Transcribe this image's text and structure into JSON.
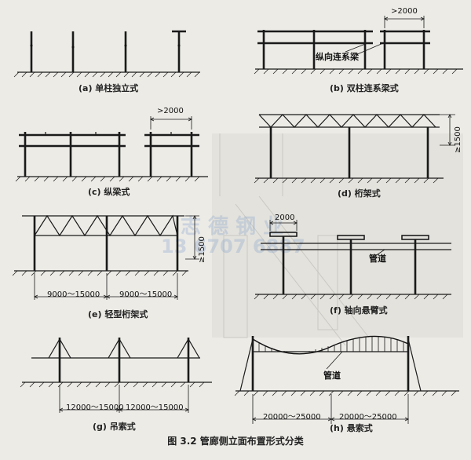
{
  "figure_caption": "图 3.2   管廊侧立面布置形式分类",
  "panels": {
    "a": {
      "caption": "(a) 单柱独立式"
    },
    "b": {
      "caption": "(b) 双柱连系梁式",
      "label_beam": "纵向连系梁",
      "dim_top": ">2000"
    },
    "c": {
      "caption": "(c) 纵梁式",
      "dim_top": ">2000"
    },
    "d": {
      "caption": "(d) 桁架式",
      "dim_side": "≥1500"
    },
    "e": {
      "caption": "(e) 轻型桁架式",
      "dim_side": "≥1500",
      "span1": "9000～15000",
      "span2": "9000～15000"
    },
    "f": {
      "caption": "(f) 轴向悬臂式",
      "dim_top": "2000",
      "label_pipe": "管道"
    },
    "g": {
      "caption": "(g) 吊索式",
      "span1": "12000～15000",
      "span2": "12000～15000"
    },
    "h": {
      "caption": "(h) 悬索式",
      "label_pipe": "管道",
      "span1": "20000～25000",
      "span2": "20000～25000"
    }
  },
  "watermark": {
    "line1": "志 德 钢 业",
    "line2": "13 6707 6887"
  }
}
